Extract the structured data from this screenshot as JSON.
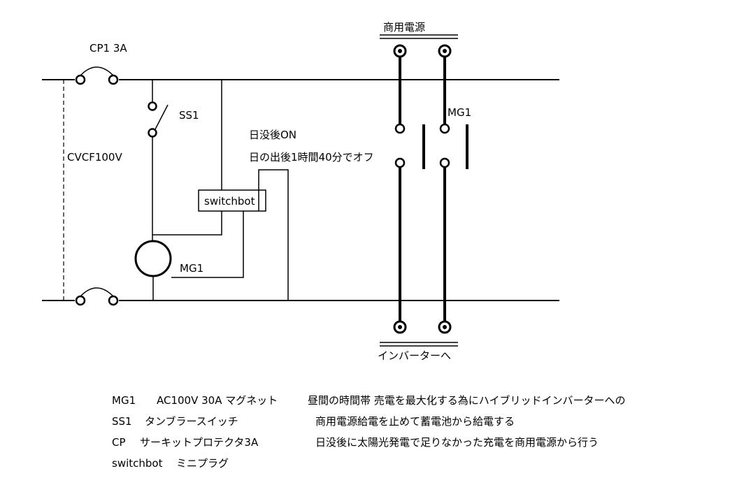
{
  "labels": {
    "cp1": "CP1 3A",
    "ss1": "SS1",
    "cvcf": "CVCF100V",
    "switchbot": "switchbot",
    "mg1_coil": "MG1",
    "mg1_contact": "MG1",
    "timer_on": "日没後ON",
    "timer_off": "日の出後1時間40分でオフ",
    "commercial_power": "商用電源",
    "to_inverter": "インバーターへ"
  },
  "legend": {
    "mg1": {
      "code": "MG1",
      "spec": "AC100V 30A マグネット",
      "note": "昼間の時間帯 売電を最大化する為にハイブリッドインバーターへの"
    },
    "ss1": {
      "code": "SS1",
      "spec": "タンブラースイッチ",
      "note": "商用電源給電を止めて蓄電池から給電する"
    },
    "cp": {
      "code": "CP",
      "spec": "サーキットプロテクタ3A",
      "note": "日没後に太陽光発電で足りなかった充電を商用電源から行う"
    },
    "switchbot": {
      "code": "switchbot",
      "spec": "ミニプラグ"
    }
  }
}
